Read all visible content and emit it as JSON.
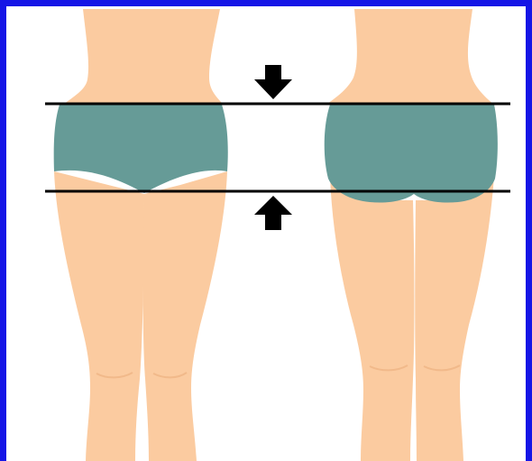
{
  "colors": {
    "frame_border": "#1515e6",
    "skin": "#fbcba0",
    "skin_shadow": "#f1b98a",
    "underwear": "#669b97",
    "guide_line": "#000000",
    "arrow": "#000000",
    "background": "#ffffff"
  },
  "figures": [
    {
      "id": "left-figure",
      "description_key": "narrow-hips"
    },
    {
      "id": "right-figure",
      "description_key": "wide-hips"
    }
  ],
  "markers": {
    "top_arrow_direction": "down",
    "bottom_arrow_direction": "up"
  }
}
